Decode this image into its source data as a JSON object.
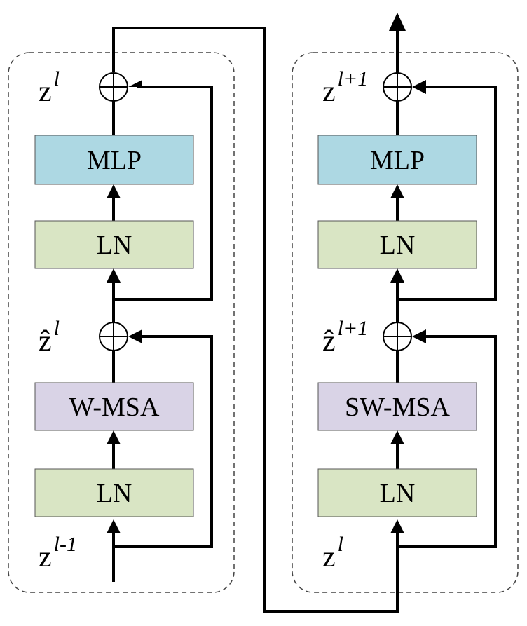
{
  "colors": {
    "mlp": "#add8e3",
    "ln": "#d9e5c4",
    "attention": "#d9d3e6",
    "line": "#000000",
    "block_border": "#555555"
  },
  "left_block": {
    "mlp_label": "MLP",
    "ln_top_label": "LN",
    "attention_label": "W-MSA",
    "ln_bottom_label": "LN",
    "top_sum_var": {
      "base": "z",
      "sup": "l"
    },
    "mid_sum_var": {
      "base": "ẑ",
      "sup": "l"
    },
    "input_var": {
      "base": "z",
      "sup": "l-1"
    }
  },
  "right_block": {
    "mlp_label": "MLP",
    "ln_top_label": "LN",
    "attention_label": "SW-MSA",
    "ln_bottom_label": "LN",
    "top_sum_var": {
      "base": "z",
      "sup": "l+1"
    },
    "mid_sum_var": {
      "base": "ẑ",
      "sup": "l+1"
    },
    "input_var": {
      "base": "z",
      "sup": "l"
    }
  }
}
